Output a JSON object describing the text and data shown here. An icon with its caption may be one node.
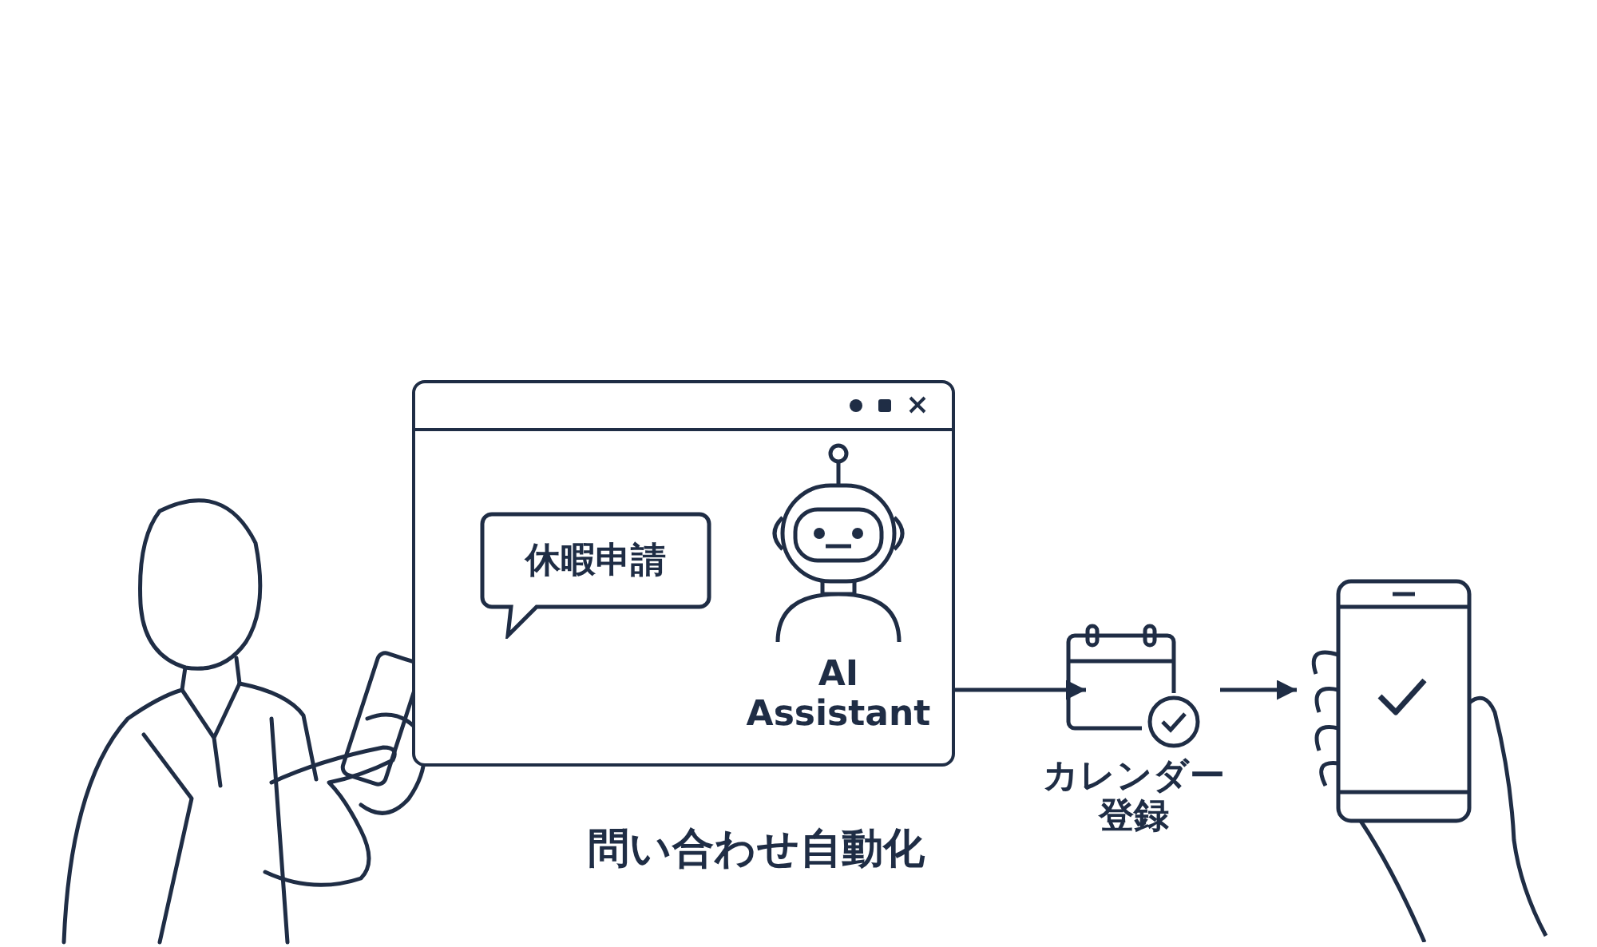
{
  "diagram": {
    "nodes": [
      {
        "text": [],
        "shape": "box"
      },
      {
        "text": [
          "休暇申請"
        ],
        "in": 0
      },
      {
        "text": [
          "AI Assistant"
        ],
        "in": 0
      },
      {
        "text": [
          "カレンダー登録"
        ]
      },
      {
        "text": [],
        "shape": "picture"
      }
    ],
    "edges": [
      {
        "from": 0,
        "to": 3,
        "arrow": "to"
      },
      {
        "from": 3,
        "to": 4,
        "arrow": "to"
      }
    ],
    "labels": [
      "問い合わせ自動化"
    ]
  }
}
